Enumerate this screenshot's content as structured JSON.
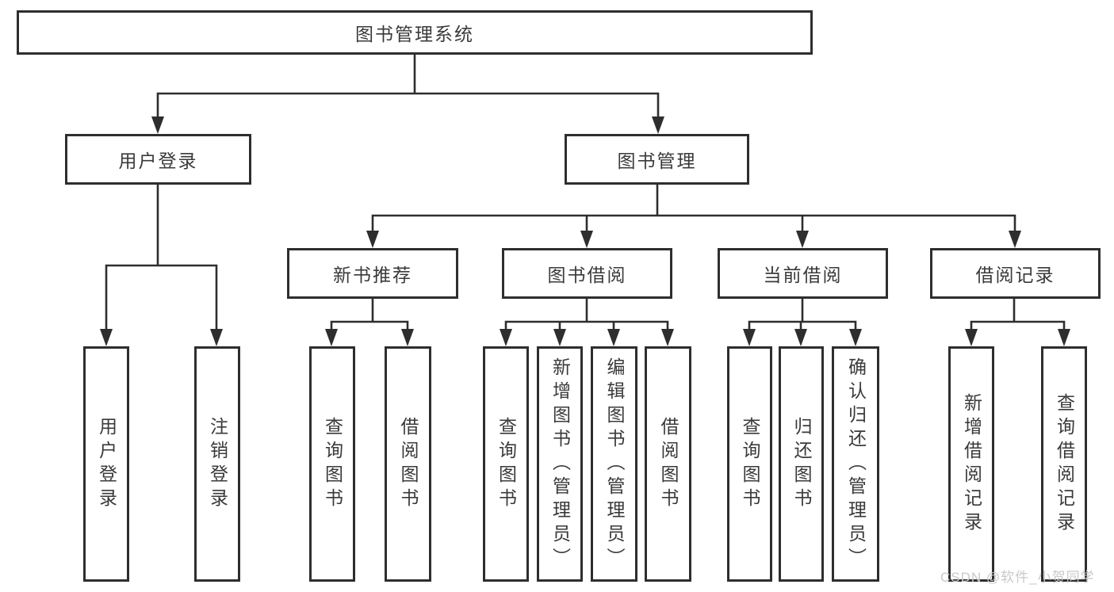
{
  "diagram": {
    "root": {
      "label": "图书管理系统"
    },
    "user_branch": {
      "label": "用户登录",
      "leaves": [
        "用户登录",
        "注销登录"
      ]
    },
    "book_branch": {
      "label": "图书管理",
      "sections": [
        {
          "label": "新书推荐",
          "leaves": [
            "查询图书",
            "借阅图书"
          ]
        },
        {
          "label": "图书借阅",
          "leaves": [
            "查询图书",
            "新增图书（管理员）",
            "编辑图书（管理员）",
            "借阅图书"
          ]
        },
        {
          "label": "当前借阅",
          "leaves": [
            "查询图书",
            "归还图书",
            "确认归还（管理员）"
          ]
        },
        {
          "label": "借阅记录",
          "leaves": [
            "新增借阅记录",
            "查询借阅记录"
          ]
        }
      ]
    },
    "watermark": "CSDN @软件_小贺同学",
    "colors": {
      "line": "#2e2e2e",
      "box_border": "#2e2e2e",
      "text": "#3a3a3a",
      "watermark_text": "#c9c9c9",
      "background": "#ffffff"
    }
  }
}
